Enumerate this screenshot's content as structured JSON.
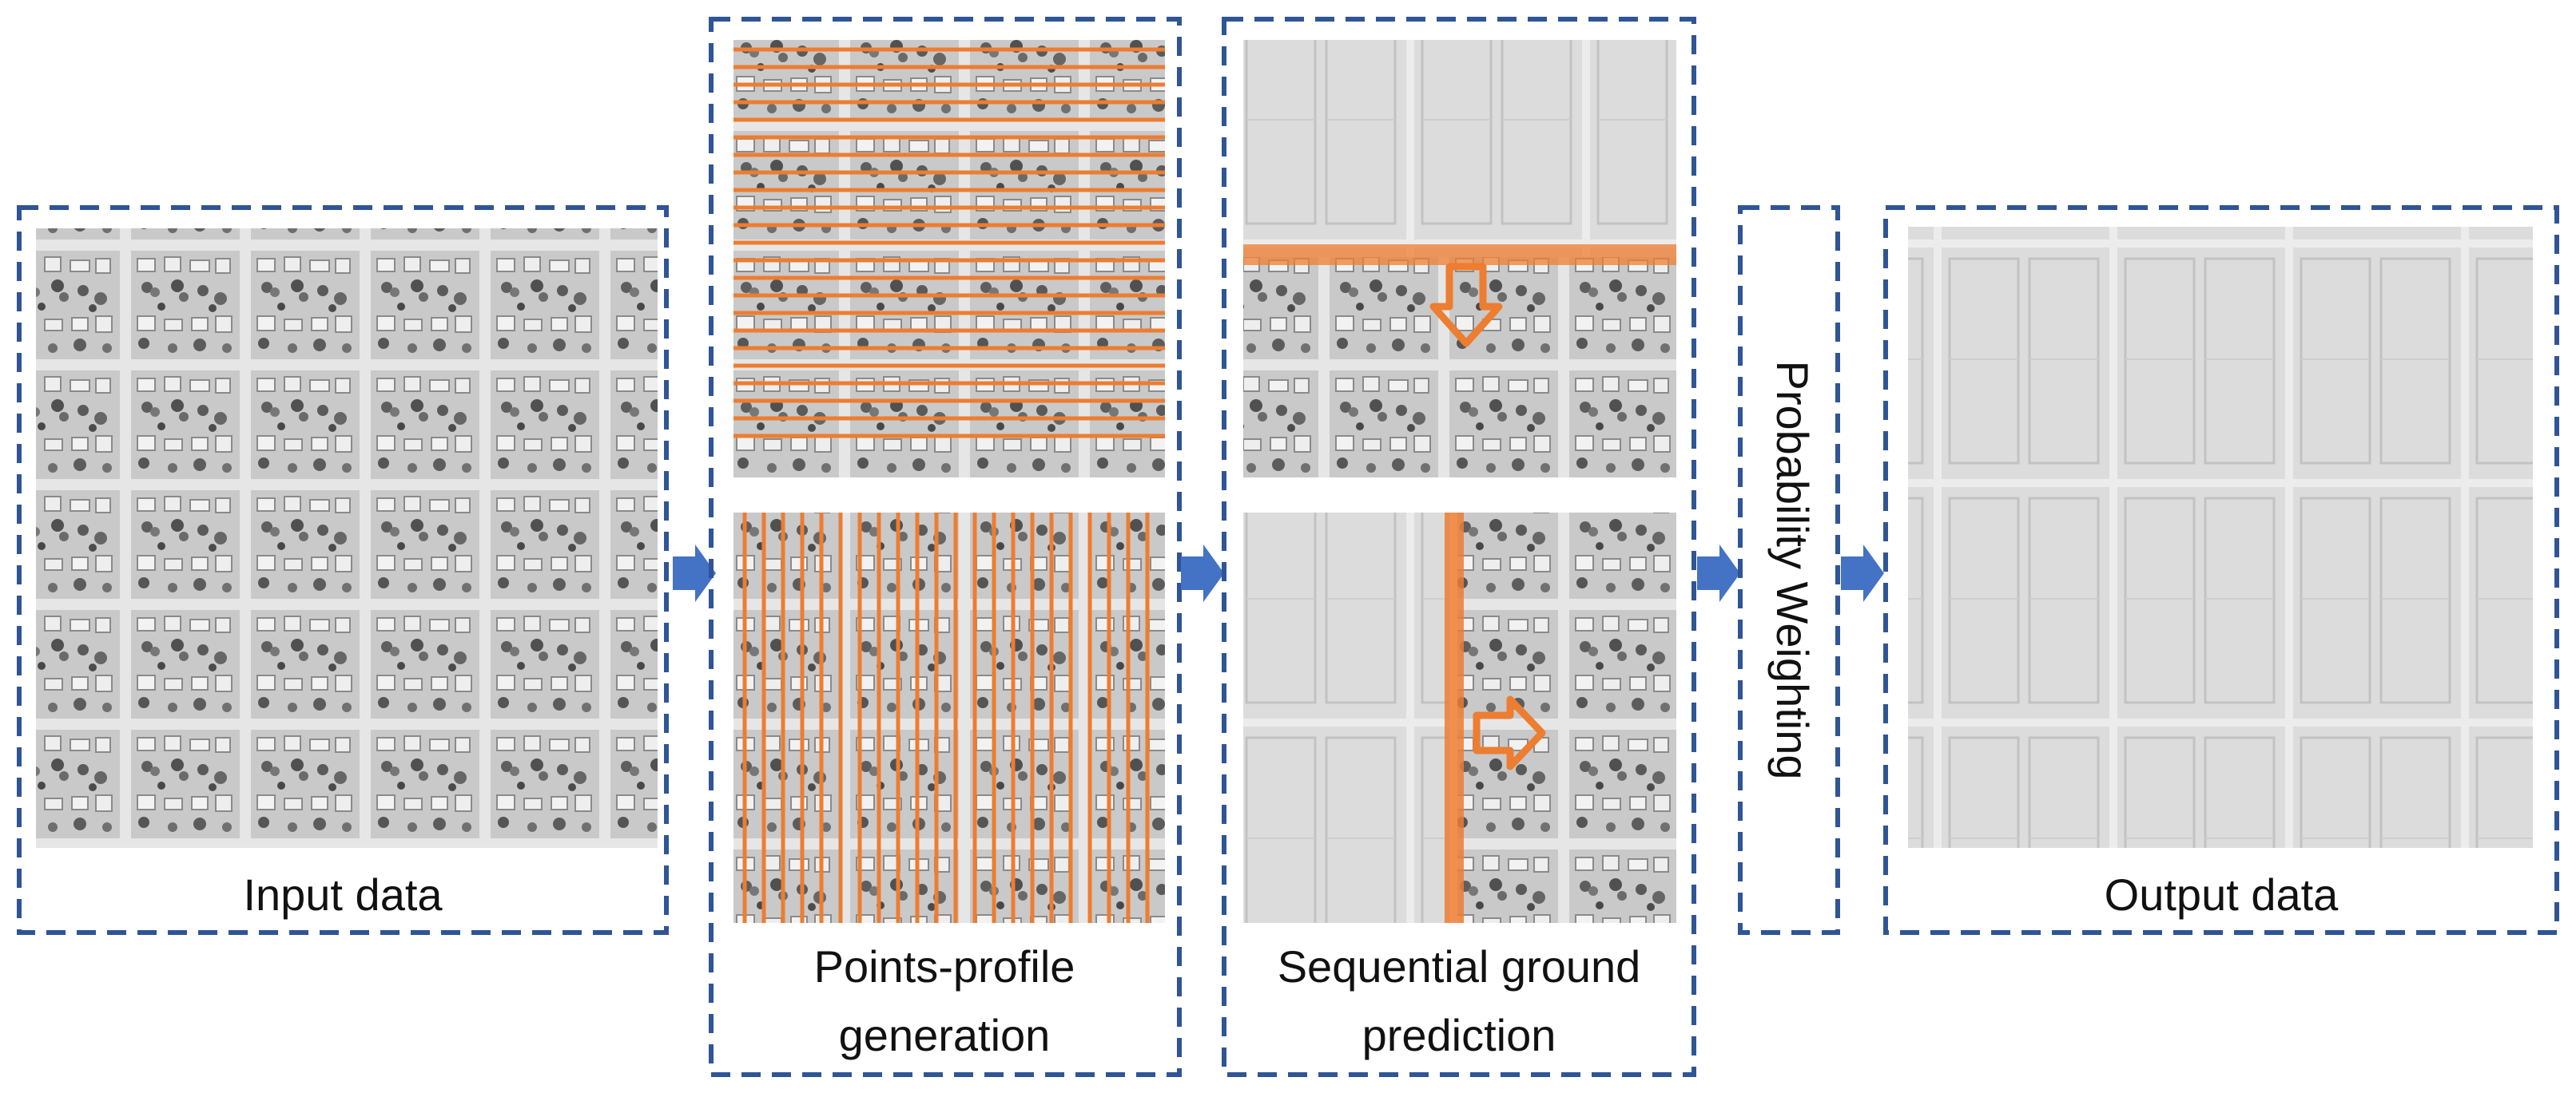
{
  "colors": {
    "box_border": "#2f5597",
    "arrow": "#4472c4",
    "profile_line": "#ed7d31",
    "terrain_light": "#dadada",
    "terrain_dark": "#6e6e6e"
  },
  "stages": [
    {
      "id": "input",
      "label_lines": [
        "Input data"
      ]
    },
    {
      "id": "points_profile",
      "label_lines": [
        "Points-profile",
        "generation"
      ]
    },
    {
      "id": "sequential",
      "label_lines": [
        "Sequential ground",
        "prediction"
      ]
    },
    {
      "id": "weighting",
      "label_lines": [
        "Probability Weighting"
      ]
    },
    {
      "id": "output",
      "label_lines": [
        "Output data"
      ]
    }
  ],
  "icons": {
    "flow_arrow": "right-arrow-icon",
    "direction_down": "down-arrow-icon",
    "direction_right": "right-arrow-icon"
  }
}
